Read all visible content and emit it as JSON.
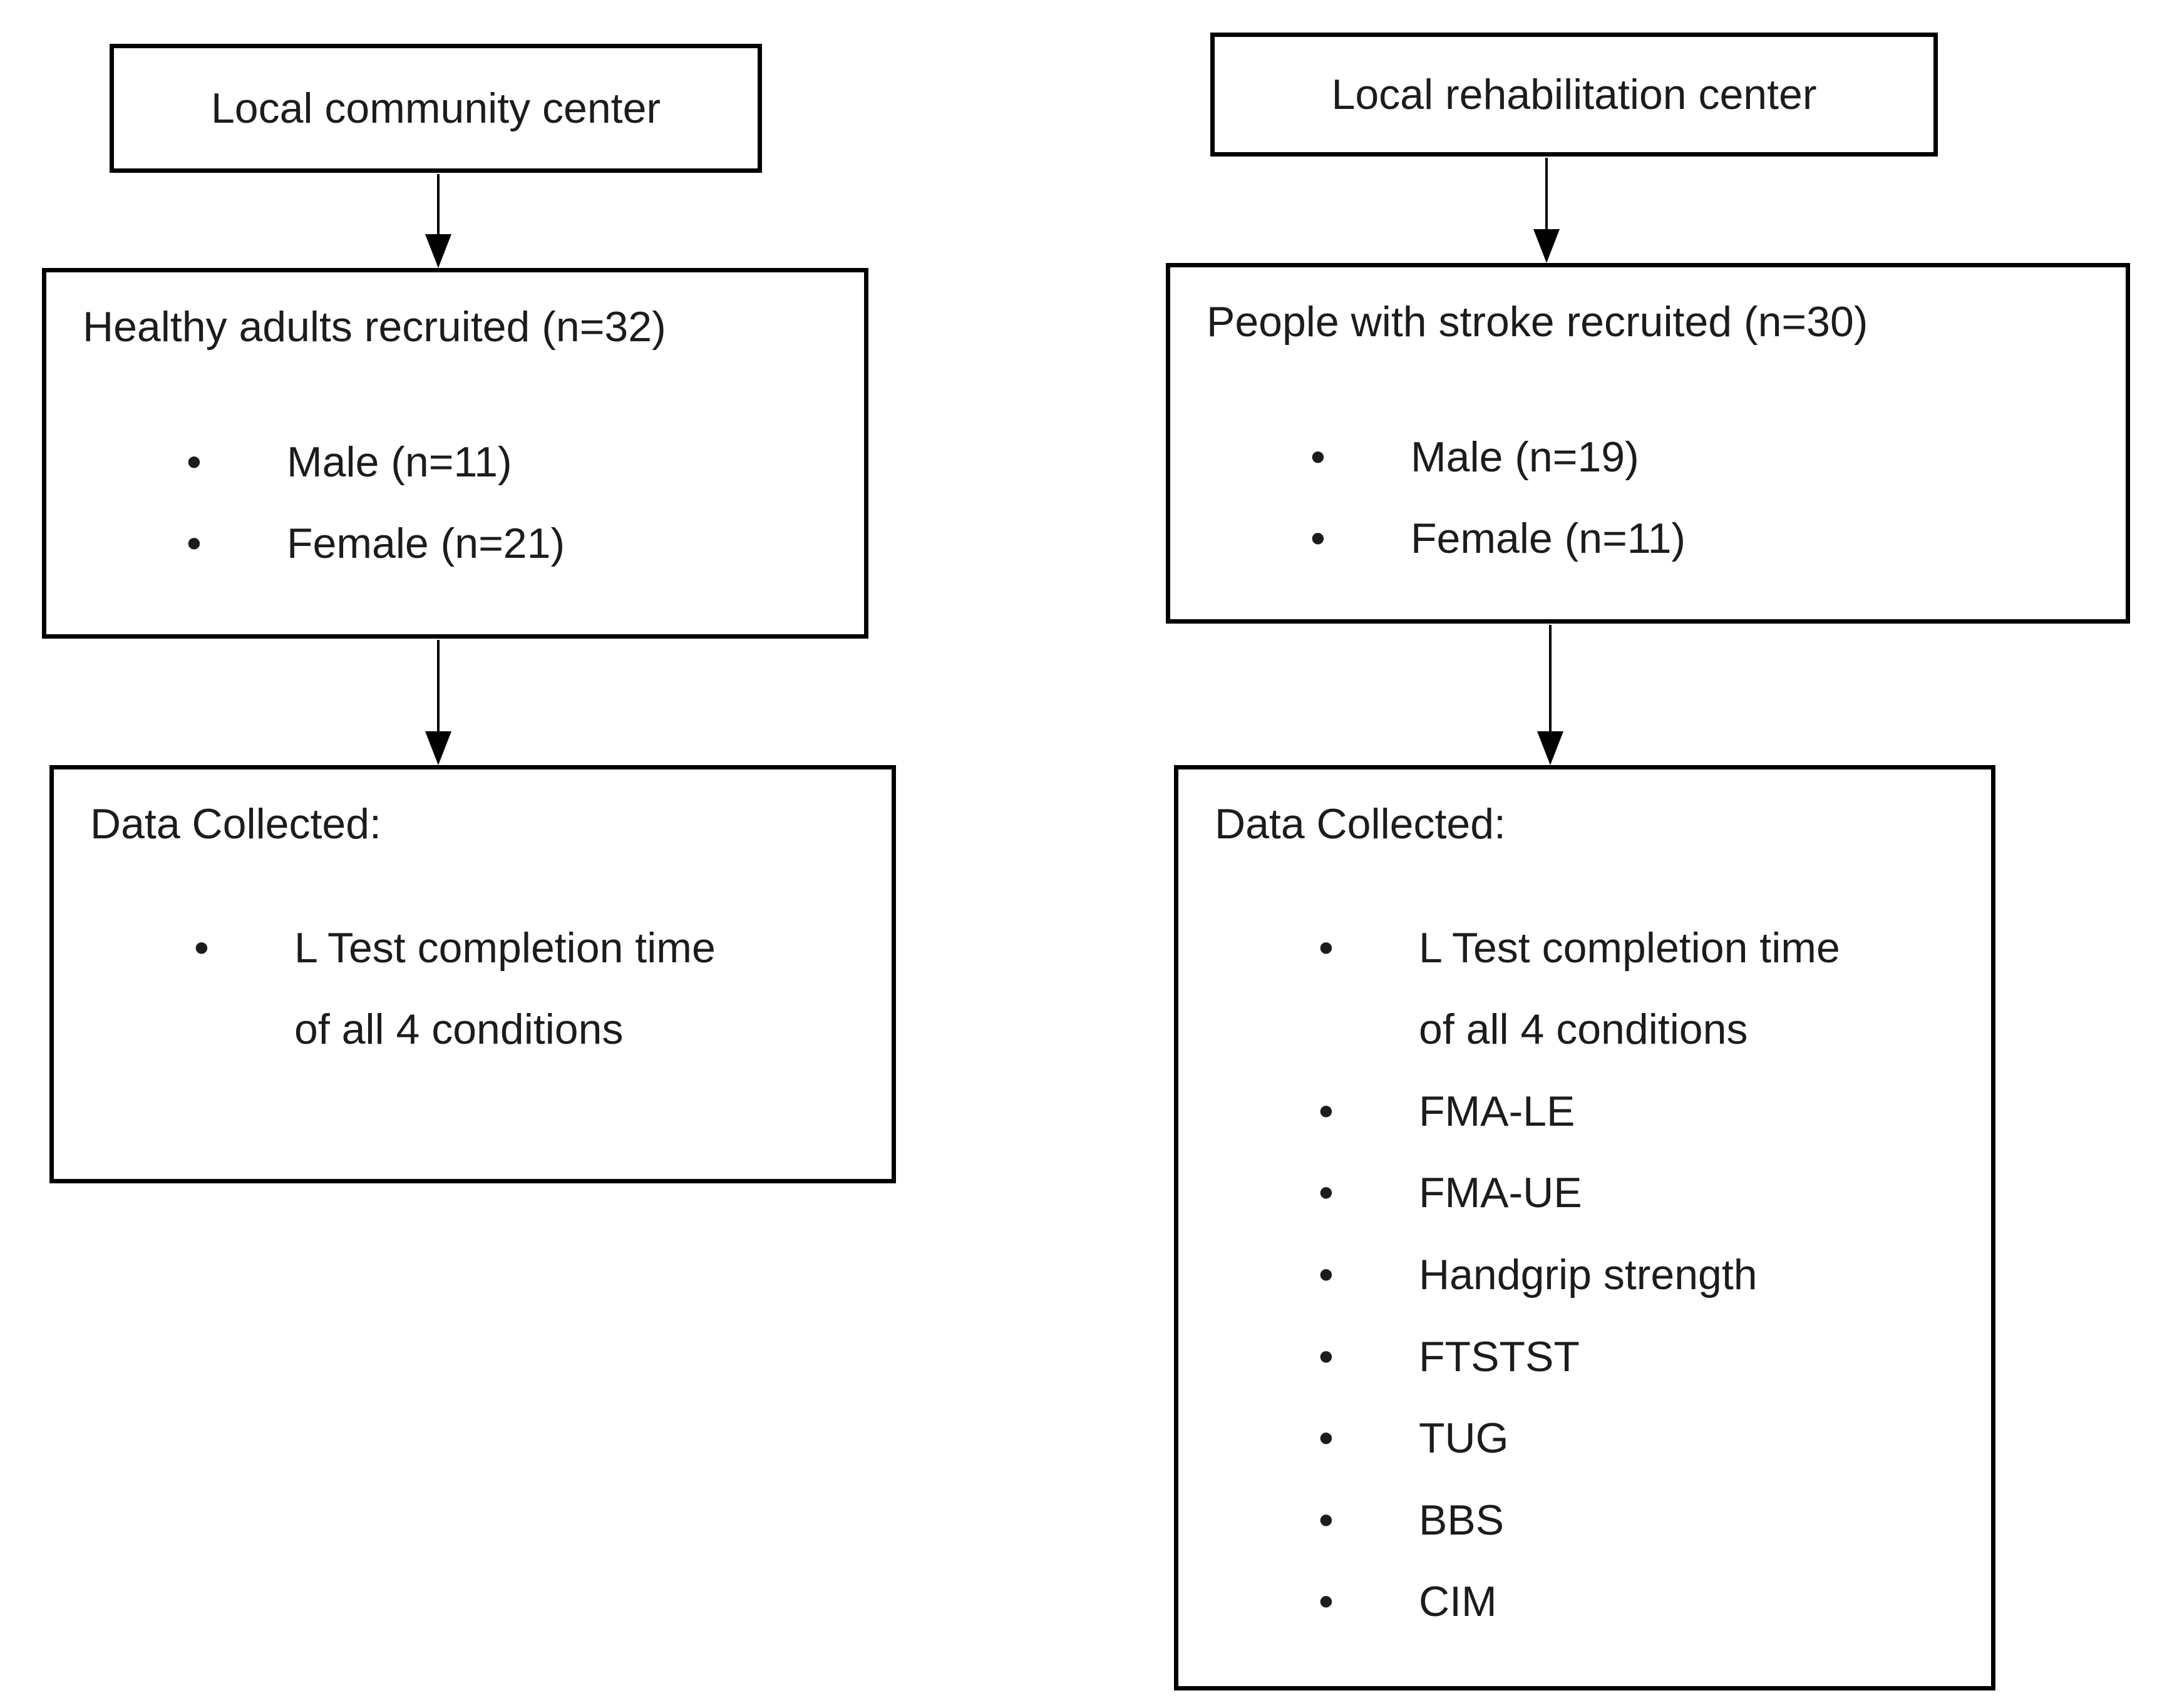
{
  "diagram": {
    "colors": {
      "background": "#ffffff",
      "border": "#000000",
      "text": "#1c1c1c"
    },
    "left_column": {
      "source_box": {
        "label": "Local community center"
      },
      "recruit_box": {
        "heading": "Healthy adults recruited (n=32)",
        "bullets": [
          "Male (n=11)",
          "Female (n=21)"
        ]
      },
      "data_box": {
        "heading": "Data Collected:",
        "bullets": [
          "L Test completion time of all 4 conditions"
        ]
      }
    },
    "right_column": {
      "source_box": {
        "label": "Local rehabilitation center"
      },
      "recruit_box": {
        "heading": "People with stroke recruited (n=30)",
        "bullets": [
          "Male (n=19)",
          "Female (n=11)"
        ]
      },
      "data_box": {
        "heading": "Data Collected:",
        "bullets": [
          "L Test completion time of all 4 conditions",
          "FMA-LE",
          "FMA-UE",
          "Handgrip strength",
          "FTSTST",
          "TUG",
          "BBS",
          "CIM"
        ]
      }
    }
  }
}
